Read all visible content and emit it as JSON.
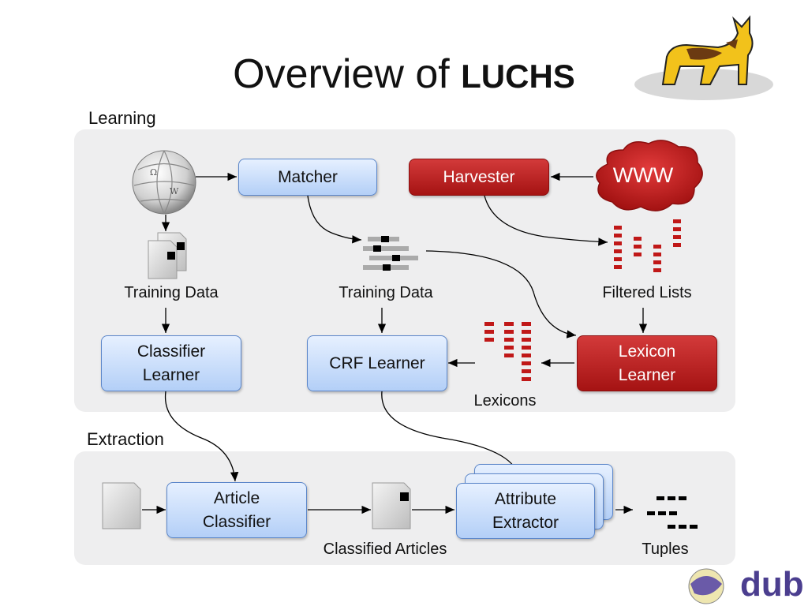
{
  "title": {
    "main": "Overview of ",
    "bold": "LUCHS"
  },
  "sections": {
    "learning": "Learning",
    "extraction": "Extraction"
  },
  "boxes": {
    "matcher": "Matcher",
    "harvester": "Harvester",
    "classifier_learner": [
      "Classifier",
      "Learner"
    ],
    "crf_learner": "CRF Learner",
    "lexicon_learner": [
      "Lexicon",
      "Learner"
    ],
    "article_classifier": [
      "Article",
      "Classifier"
    ],
    "attribute_extractor": [
      "Attribute",
      "Extractor"
    ]
  },
  "labels": {
    "training_data_1": "Training Data",
    "training_data_2": "Training Data",
    "filtered_lists": "Filtered Lists",
    "lexicons": "Lexicons",
    "classified_articles": "Classified Articles",
    "tuples": "Tuples",
    "www": "WWW",
    "dub": "dub"
  },
  "colors": {
    "blue_box": "#b3cff7",
    "red_box": "#b31b1b",
    "panel": "#eeeeef"
  },
  "icons": [
    "wikipedia-globe-icon",
    "cat-mascot-icon",
    "dub-logo-icon"
  ]
}
